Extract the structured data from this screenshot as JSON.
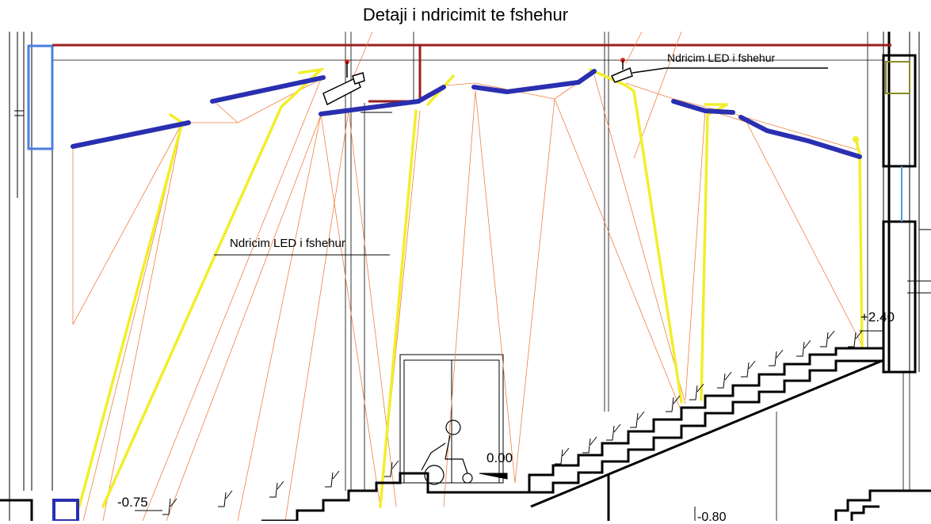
{
  "title": "Detaji i ndricimit te fshehur",
  "notes": {
    "top_right": "Ndricim LED i fshehur",
    "middle_left": "Ndricim LED i fshehur"
  },
  "levels": [
    "+2.40",
    "0.00",
    "-0.75",
    "-0.80"
  ],
  "colors": {
    "light_panel": "#2a2fb0",
    "reflector": "#f2ee2a",
    "light_rays": "#f08040",
    "duct": "#9a1e1e",
    "structure": "#000000"
  }
}
